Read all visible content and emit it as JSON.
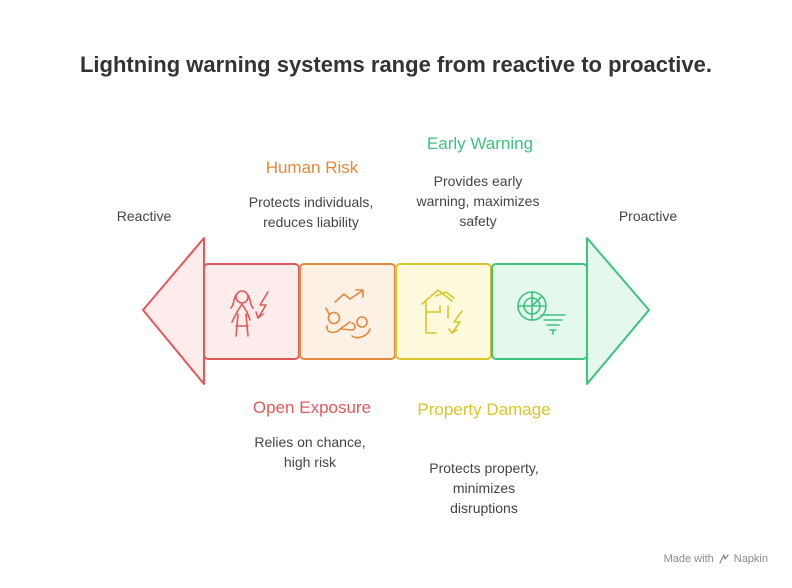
{
  "title": "Lightning warning systems range from reactive to proactive.",
  "ends": {
    "left": "Reactive",
    "right": "Proactive"
  },
  "stages": [
    {
      "title": "Open Exposure",
      "desc": [
        "Relies on chance,",
        "high risk"
      ],
      "color": "#e05a5a",
      "fill": "#fdecec",
      "icon": "person-lightning-icon"
    },
    {
      "title": "Human Risk",
      "desc": [
        "Protects individuals,",
        "reduces liability"
      ],
      "color": "#e08a3c",
      "fill": "#fdf0e4",
      "icon": "people-risk-icon"
    },
    {
      "title": "Property Damage",
      "desc": [
        "Protects property,",
        "minimizes",
        "disruptions"
      ],
      "color": "#d8c62a",
      "fill": "#fcf9dc",
      "icon": "house-lightning-icon"
    },
    {
      "title": "Early Warning",
      "desc": [
        "Provides early",
        "warning, maximizes",
        "safety"
      ],
      "color": "#3ec27e",
      "fill": "#e4f8ee",
      "icon": "radar-tornado-icon"
    }
  ],
  "footer": {
    "made_with": "Made with",
    "brand": "Napkin"
  }
}
